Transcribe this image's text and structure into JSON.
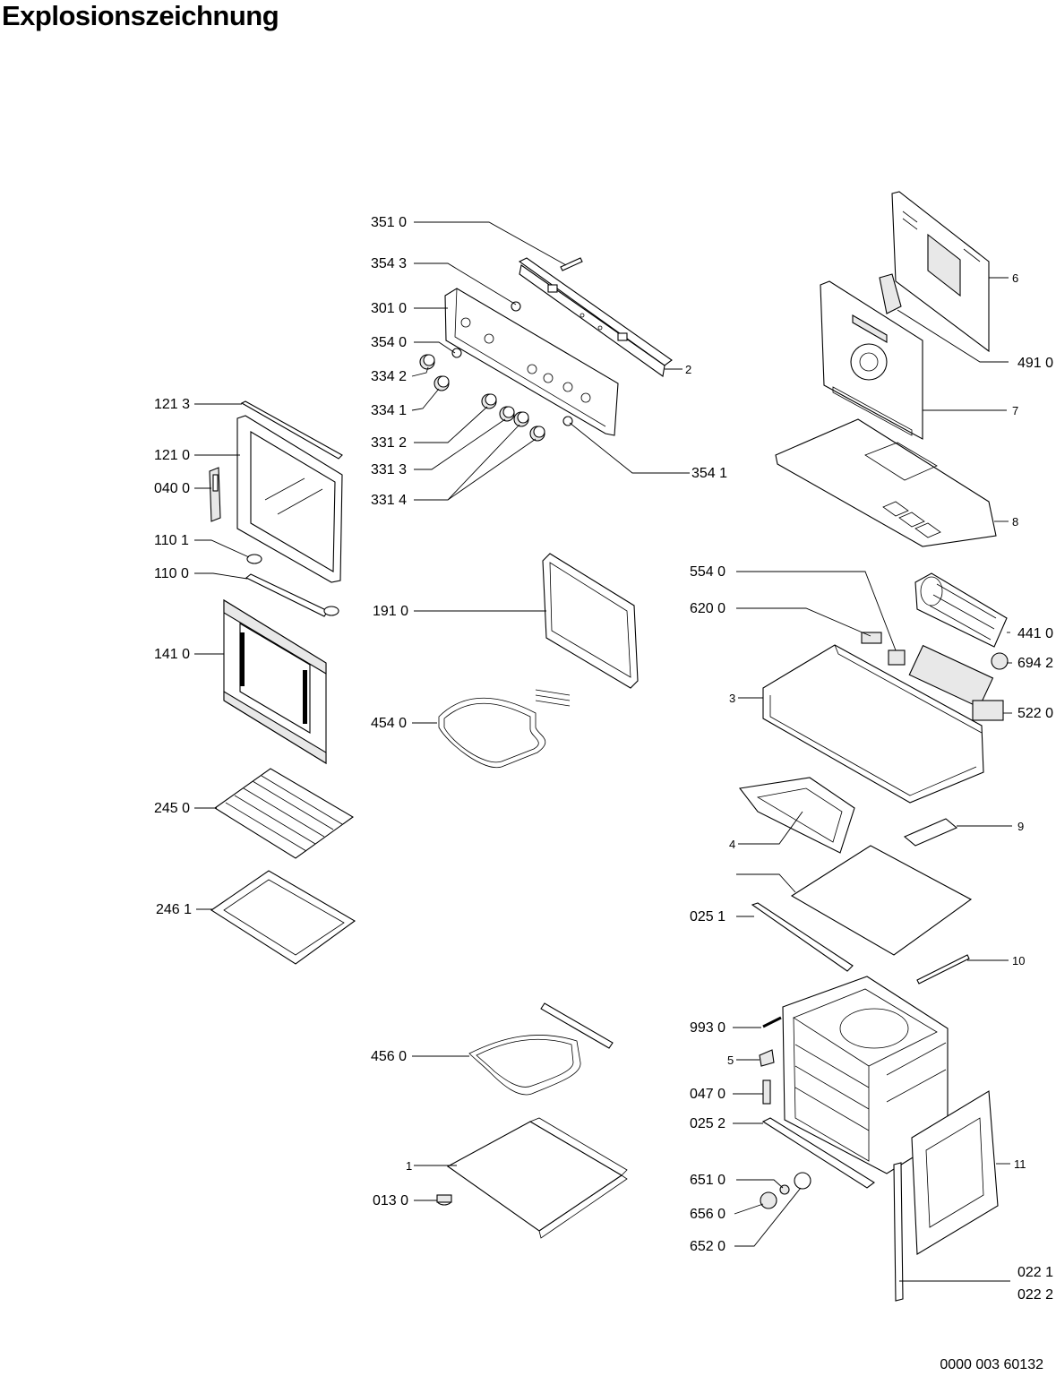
{
  "title": "Explosionszeichnung",
  "document_number": "0000 003 60132",
  "callouts": [
    {
      "id": "351-0",
      "label": "351 0"
    },
    {
      "id": "354-3",
      "label": "354 3"
    },
    {
      "id": "301-0",
      "label": "301 0"
    },
    {
      "id": "354-0",
      "label": "354 0"
    },
    {
      "id": "334-2",
      "label": "334 2"
    },
    {
      "id": "334-1",
      "label": "334 1"
    },
    {
      "id": "331-2",
      "label": "331 2"
    },
    {
      "id": "331-3",
      "label": "331 3"
    },
    {
      "id": "331-4",
      "label": "331 4"
    },
    {
      "id": "354-1",
      "label": "354 1"
    },
    {
      "id": "2",
      "label": "2"
    },
    {
      "id": "121-3",
      "label": "121 3"
    },
    {
      "id": "121-0",
      "label": "121 0"
    },
    {
      "id": "040-0",
      "label": "040 0"
    },
    {
      "id": "110-1",
      "label": "110 1"
    },
    {
      "id": "110-0",
      "label": "110 0"
    },
    {
      "id": "141-0",
      "label": "141 0"
    },
    {
      "id": "245-0",
      "label": "245 0"
    },
    {
      "id": "246-1",
      "label": "246 1"
    },
    {
      "id": "191-0",
      "label": "191 0"
    },
    {
      "id": "454-0",
      "label": "454 0"
    },
    {
      "id": "456-0",
      "label": "456 0"
    },
    {
      "id": "1",
      "label": "1"
    },
    {
      "id": "013-0",
      "label": "013 0"
    },
    {
      "id": "6",
      "label": "6"
    },
    {
      "id": "491-0",
      "label": "491 0"
    },
    {
      "id": "7",
      "label": "7"
    },
    {
      "id": "8",
      "label": "8"
    },
    {
      "id": "554-0",
      "label": "554 0"
    },
    {
      "id": "620-0",
      "label": "620 0"
    },
    {
      "id": "441-0",
      "label": "441 0"
    },
    {
      "id": "694-2",
      "label": "694 2"
    },
    {
      "id": "3",
      "label": "3"
    },
    {
      "id": "522-0",
      "label": "522 0"
    },
    {
      "id": "9",
      "label": "9"
    },
    {
      "id": "4",
      "label": "4"
    },
    {
      "id": "025-1",
      "label": "025 1"
    },
    {
      "id": "10",
      "label": "10"
    },
    {
      "id": "993-0",
      "label": "993 0"
    },
    {
      "id": "5",
      "label": "5"
    },
    {
      "id": "047-0",
      "label": "047 0"
    },
    {
      "id": "025-2",
      "label": "025 2"
    },
    {
      "id": "11",
      "label": "11"
    },
    {
      "id": "651-0",
      "label": "651 0"
    },
    {
      "id": "656-0",
      "label": "656 0"
    },
    {
      "id": "652-0",
      "label": "652 0"
    },
    {
      "id": "022-1",
      "label": "022 1"
    },
    {
      "id": "022-2",
      "label": "022 2"
    }
  ]
}
